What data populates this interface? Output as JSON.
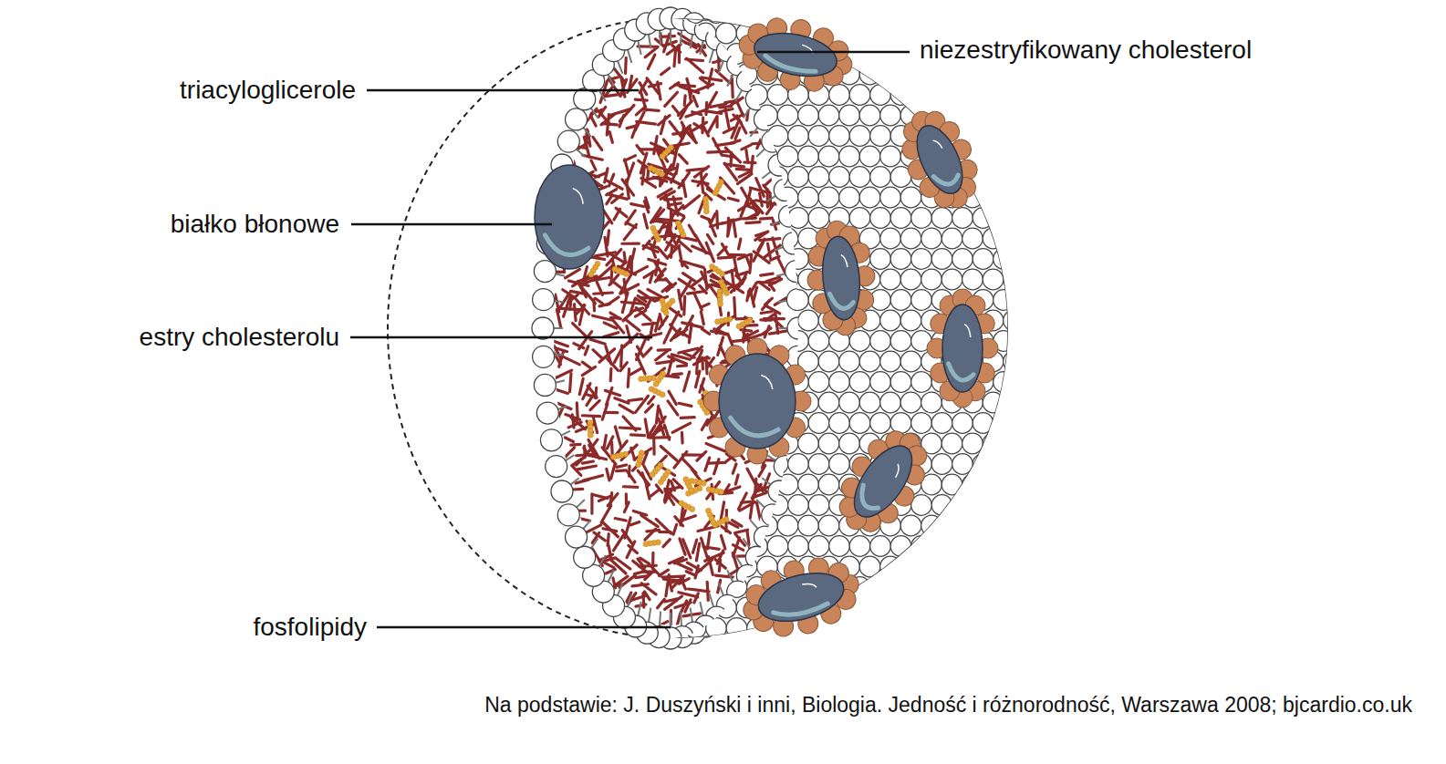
{
  "diagram": {
    "caption": "Na podstawie: J. Duszyński i inni, Biologia. Jedność i różnorodność, Warszawa 2008; bjcardio.co.uk",
    "labels": [
      "niezestryfikowany cholesterol",
      "triacyloglicerole",
      "białko błonowe",
      "estry cholesterolu",
      "fosfolipidy"
    ]
  }
}
